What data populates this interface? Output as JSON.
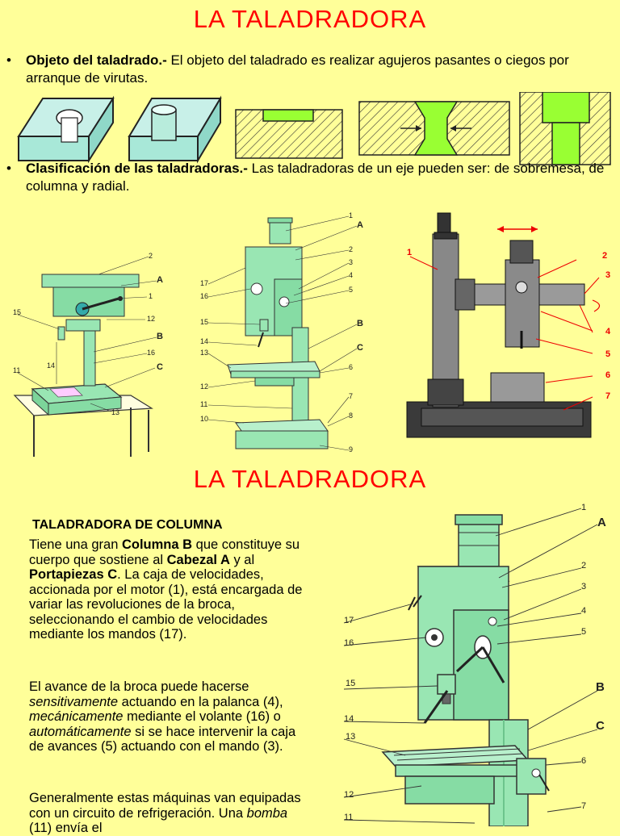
{
  "slide1": {
    "title": "LA  TALADRADORA",
    "bullet1": {
      "bold": "Objeto del taladrado.-",
      "text": " El objeto del taladrado es realizar agujeros pasantes o ciegos por arranque de virutas."
    },
    "bullet2": {
      "bold": "Clasificación de las taladradoras.-",
      "text": " Las taladradoras de un eje pueden ser: de sobremesa, de columna y radial."
    },
    "bullet_symbol": "•",
    "bench_labels": [
      "2",
      "A",
      "1",
      "12",
      "B",
      "16",
      "C",
      "15",
      "14",
      "11",
      "13"
    ],
    "column_labels": [
      "1",
      "A",
      "2",
      "3",
      "4",
      "5",
      "17",
      "16",
      "15",
      "14",
      "B",
      "13",
      "C",
      "6",
      "12",
      "7",
      "11",
      "8",
      "10",
      "9"
    ],
    "radial_labels": [
      "1",
      "2",
      "3",
      "4",
      "5",
      "6",
      "7"
    ]
  },
  "slide2": {
    "title": "LA  TALADRADORA",
    "heading": "TALADRADORA DE COLUMNA",
    "p1": {
      "t1": "Tiene una gran ",
      "b1": "Columna B",
      "t2": " que constituye su cuerpo que sostiene al ",
      "b2": "Cabezal A",
      "t3": " y al ",
      "b3": "Portapiezas C",
      "t4": ". La caja de velocidades, accionada por el motor (1), está encargada de variar las revoluciones de la broca, seleccionando el cambio de velocidades mediante los mandos (17)."
    },
    "p2": {
      "t1": "El avance de la broca puede hacerse ",
      "i1": "sensitivamente",
      "t2": " actuando en la palanca (4), ",
      "i2": "mecánicamente",
      "t3": " mediante el volante (16) o ",
      "i3": "automáticamente",
      "t4": " si se hace intervenir la caja de avances (5) actuando con el mando (3)."
    },
    "p3": {
      "t1": "Generalmente estas máquinas van equipadas con un circuito de refrigeración. Una ",
      "i1": "bomba",
      "t2": " (11) envía el"
    },
    "big_labels": [
      "1",
      "A",
      "2",
      "3",
      "4",
      "5",
      "17",
      "16",
      "15",
      "14",
      "B",
      "13",
      "C",
      "6",
      "12",
      "7",
      "11"
    ]
  },
  "colors": {
    "background": "#ffff99",
    "title": "#ff0000",
    "machine": "#99e6b3",
    "block": "#a8e8d8",
    "highlight": "#99ff33"
  }
}
